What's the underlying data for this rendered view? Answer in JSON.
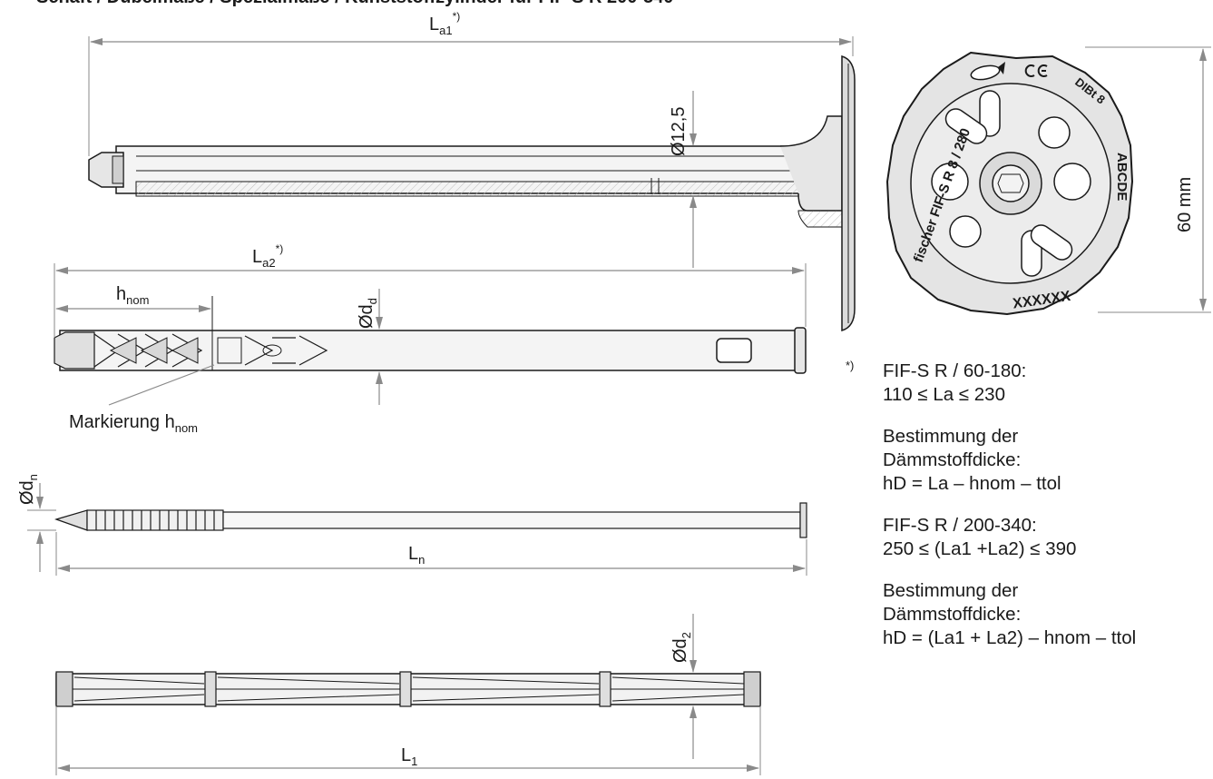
{
  "header": {
    "title_partial": "Schaft / Dübelmaße / Spezialmaße / Kunststoffzylinder für FIF-S R 200-340"
  },
  "labels": {
    "La1_base": "L",
    "La1_sub": "a1",
    "La1_sup": "*)",
    "dia_12_5": "Ø12,5",
    "La2_base": "L",
    "La2_sub": "a2",
    "La2_sup": "*)",
    "hnom_base": "h",
    "hnom_sub": "nom",
    "dd_base": "Ød",
    "dd_sub": "d",
    "marking_text": "Markierung h",
    "marking_sub": "nom",
    "dn_base": "Ød",
    "dn_sub": "n",
    "Ln_base": "L",
    "Ln_sub": "n",
    "d2_base": "Ød",
    "d2_sub": "2",
    "L1_base": "L",
    "L1_sub": "1",
    "diameter_60": "60 mm"
  },
  "plate_markings": {
    "left_text": "fischer FIF-S R 8 / 280",
    "right_text": "ABCDE",
    "bottom_text": "XXXXXX",
    "top_text": "DIBt 8"
  },
  "notes": {
    "star": "*)",
    "block1_title": "FIF-S R / 60-180:",
    "block1_formula": "110 ≤ La ≤ 230",
    "block2_line1": "Bestimmung der",
    "block2_line2": "Dämmstoffdicke:",
    "block2_formula": "hD = La – hnom – ttol",
    "block3_title": "FIF-S R / 200-340:",
    "block3_formula": "250 ≤ (La1 +La2) ≤ 390",
    "block4_line1": "Bestimmung der",
    "block4_line2": "Dämmstoffdicke:",
    "block4_formula": "hD = (La1 + La2) – hnom – ttol"
  },
  "colors": {
    "line": "#1a1a1a",
    "dim": "#8a8a8a",
    "fill": "#e6e6e6",
    "hatch": "#bdbdbd"
  }
}
